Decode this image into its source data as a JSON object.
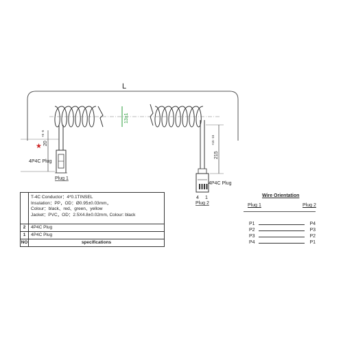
{
  "drawing": {
    "length_label": "L",
    "coil_diameter": "13±1",
    "left_dim": "20",
    "left_tol": "+5 -5",
    "right_dim": "215",
    "right_tol": "+15 -15",
    "plug1_side_label": "4P4C Plug",
    "plug1_label": "Plug 1",
    "plug2_side_label": "4P4C Plug",
    "plug2_label": "Plug 2",
    "pin_left": "4",
    "pin_right": "1",
    "accent_red": "#cc2222",
    "accent_green": "#2a9d3a"
  },
  "spec_table": {
    "rows": [
      {
        "no": "",
        "lines": [
          "T-4C    Conductor：4*0.1TINSEL",
          "Insulation：PP，OD：Ø0.95±0.03mm，",
          "Colour：black、red、green、yellow",
          "Jacket：PVC，OD：2.5X4.8±0.02mm, Colour: black"
        ]
      },
      {
        "no": "2",
        "text": "4P4C Plug"
      },
      {
        "no": "1",
        "text": "4P4C Plug"
      }
    ],
    "header_no": "NO",
    "header_spec": "specifications"
  },
  "wire_orientation": {
    "title": "Wire Orientation",
    "plug1_header": "Plug 1",
    "plug2_header": "Plug 2",
    "rows": [
      {
        "left": "P1",
        "right": "P4"
      },
      {
        "left": "P2",
        "right": "P3"
      },
      {
        "left": "P3",
        "right": "P2"
      },
      {
        "left": "P4",
        "right": "P1"
      }
    ]
  }
}
